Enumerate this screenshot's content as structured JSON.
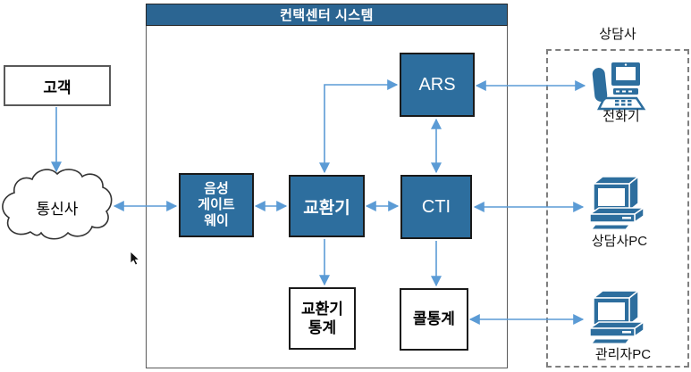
{
  "diagram": {
    "title": "컨택센터 시스템"
  },
  "nodes": {
    "customer": {
      "label": "고객"
    },
    "telecom": {
      "label": "통신사"
    },
    "voice_gateway": {
      "line1": "음성",
      "line2": "게이트",
      "line3": "웨이"
    },
    "exchange": {
      "label": "교환기"
    },
    "ars": {
      "label": "ARS"
    },
    "cti": {
      "label": "CTI"
    },
    "exchange_stats": {
      "line1": "교환기",
      "line2": "통계"
    },
    "call_stats": {
      "label": "콜통계"
    },
    "agents_group": {
      "label": "상담사"
    },
    "phone": {
      "label": "전화기"
    },
    "agent_pc": {
      "label": "상담사PC"
    },
    "admin_pc": {
      "label": "관리자PC"
    }
  },
  "connections": [
    {
      "from": "customer",
      "to": "telecom",
      "bidirectional": false
    },
    {
      "from": "telecom",
      "to": "voice_gateway",
      "bidirectional": true
    },
    {
      "from": "voice_gateway",
      "to": "exchange",
      "bidirectional": true
    },
    {
      "from": "exchange",
      "to": "cti",
      "bidirectional": true
    },
    {
      "from": "exchange",
      "to": "ars",
      "bidirectional": true
    },
    {
      "from": "ars",
      "to": "cti",
      "bidirectional": true
    },
    {
      "from": "ars",
      "to": "phone",
      "bidirectional": true
    },
    {
      "from": "cti",
      "to": "agent_pc",
      "bidirectional": true
    },
    {
      "from": "exchange",
      "to": "exchange_stats",
      "bidirectional": false
    },
    {
      "from": "cti",
      "to": "call_stats",
      "bidirectional": false
    },
    {
      "from": "call_stats",
      "to": "admin_pc",
      "bidirectional": true
    }
  ],
  "colors": {
    "node-blue": "#2D6E9E",
    "header-blue": "#2B6592",
    "arrow-blue": "#5B9BD5",
    "dark-border": "#1a1a1a",
    "gray-border": "#595959",
    "dashed-gray": "#7f7f7f"
  }
}
